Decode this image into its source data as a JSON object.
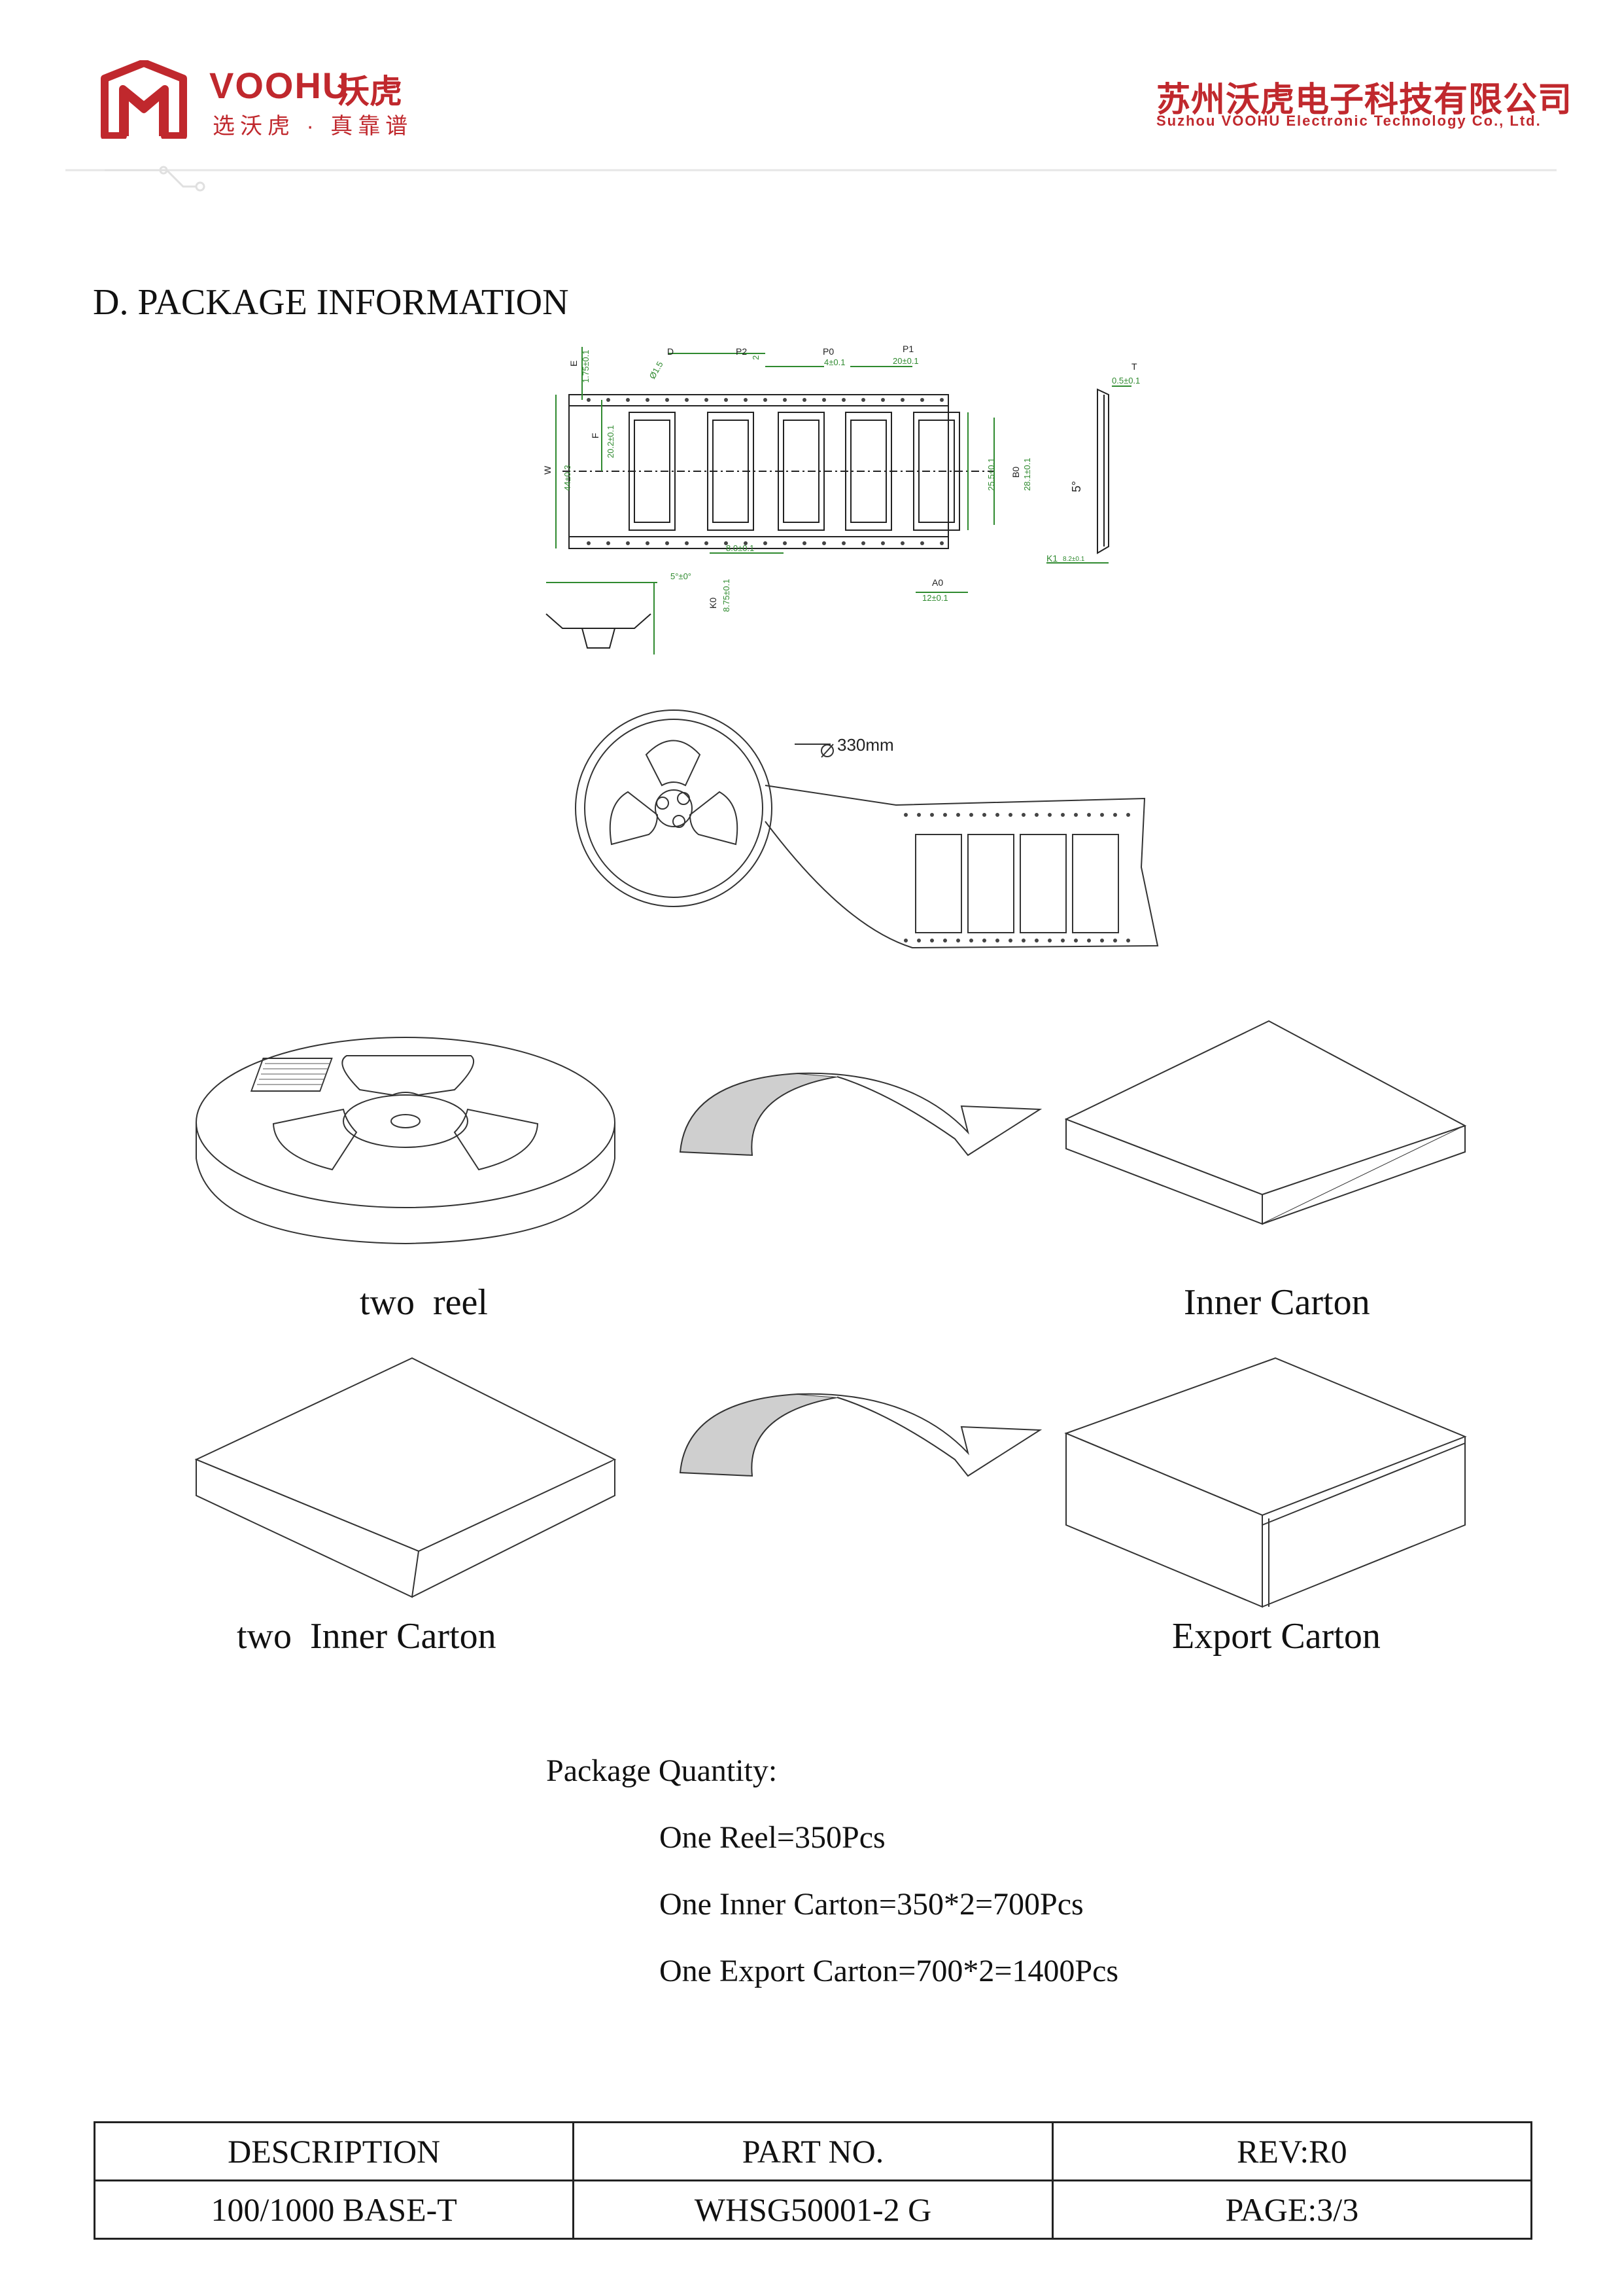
{
  "header": {
    "brand_name": "VOOHU",
    "brand_cn": "沃虎",
    "slogan_cn": "选沃虎 · 真靠谱",
    "company_cn": "苏州沃虎电子科技有限公司",
    "company_en": "Suzhou VOOHU Electronic Technology Co., Ltd.",
    "brand_color": "#c0282d"
  },
  "section_title": "D. PACKAGE INFORMATION",
  "tape_drawing": {
    "labels": {
      "D": "D",
      "D_val": "Ø1.5",
      "E": "E",
      "E_val": "1.75±0.1",
      "P2": "P2",
      "P2_val": "2",
      "P0": "P0",
      "P0_val": "4±0.1",
      "P1": "P1",
      "P1_val": "20±0.1",
      "T": "T",
      "T_val": "0.5±0.1",
      "W": "W",
      "W_val": "44±0.3",
      "F": "F",
      "F_val": "20.2±0.1",
      "B0": "B0",
      "B0_val": "28.1±0.1",
      "inner_val": "25.5±0.1",
      "pitch_val": "8.0±0.1",
      "A0": "A0",
      "A0_val": "12±0.1",
      "K1": "K1",
      "K1_val": "8.2±0.1",
      "K0": "K0",
      "K0_val": "8.75±0.1",
      "angle1": "5°±0°",
      "angle2": "5°"
    }
  },
  "reel_drawing": {
    "diameter_label": "330mm"
  },
  "flow": {
    "step1_from": "two  reel",
    "step1_to": "Inner Carton",
    "step2_from": "two  Inner Carton",
    "step2_to": "Export Carton"
  },
  "quantity": {
    "heading": "Package Quantity:",
    "lines": [
      "One Reel=350Pcs",
      "One Inner Carton=350*2=700Pcs",
      "One Export Carton=700*2=1400Pcs"
    ]
  },
  "footer_table": {
    "h1": "DESCRIPTION",
    "h2": "PART NO.",
    "h3": "REV:R0",
    "v1": "100/1000 BASE-T",
    "v2": "WHSG50001-2 G",
    "v3": "PAGE:3/3"
  }
}
